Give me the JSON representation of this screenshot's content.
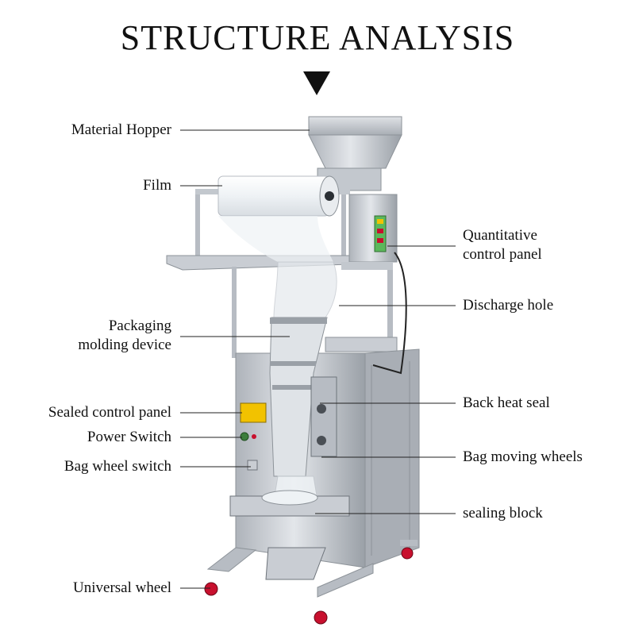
{
  "title": "STRUCTURE ANALYSIS",
  "colors": {
    "metal_light": "#d9dde2",
    "metal_mid": "#b7bcc3",
    "metal_dark": "#8d9399",
    "wheel_red": "#c8102e",
    "panel_yellow": "#f2c200",
    "leader_line": "#222222"
  },
  "labels_left": [
    {
      "id": "material-hopper",
      "text": "Material Hopper"
    },
    {
      "id": "film",
      "text": "Film"
    },
    {
      "id": "packaging-molding-device",
      "text": "Packaging molding device",
      "lines": [
        "Packaging",
        "molding device"
      ]
    },
    {
      "id": "sealed-control-panel",
      "text": "Sealed control panel"
    },
    {
      "id": "power-switch",
      "text": "Power Switch"
    },
    {
      "id": "bag-wheel-switch",
      "text": "Bag wheel switch"
    },
    {
      "id": "universal-wheel",
      "text": "Universal wheel"
    }
  ],
  "labels_right": [
    {
      "id": "quantitative-control-panel",
      "text": "Quantitative control panel",
      "lines": [
        "Quantitative",
        "control panel"
      ]
    },
    {
      "id": "discharge-hole",
      "text": "Discharge hole"
    },
    {
      "id": "back-heat-seal",
      "text": "Back heat seal"
    },
    {
      "id": "bag-moving-wheels",
      "text": "Bag moving wheels"
    },
    {
      "id": "sealing-block",
      "text": "sealing block"
    }
  ]
}
